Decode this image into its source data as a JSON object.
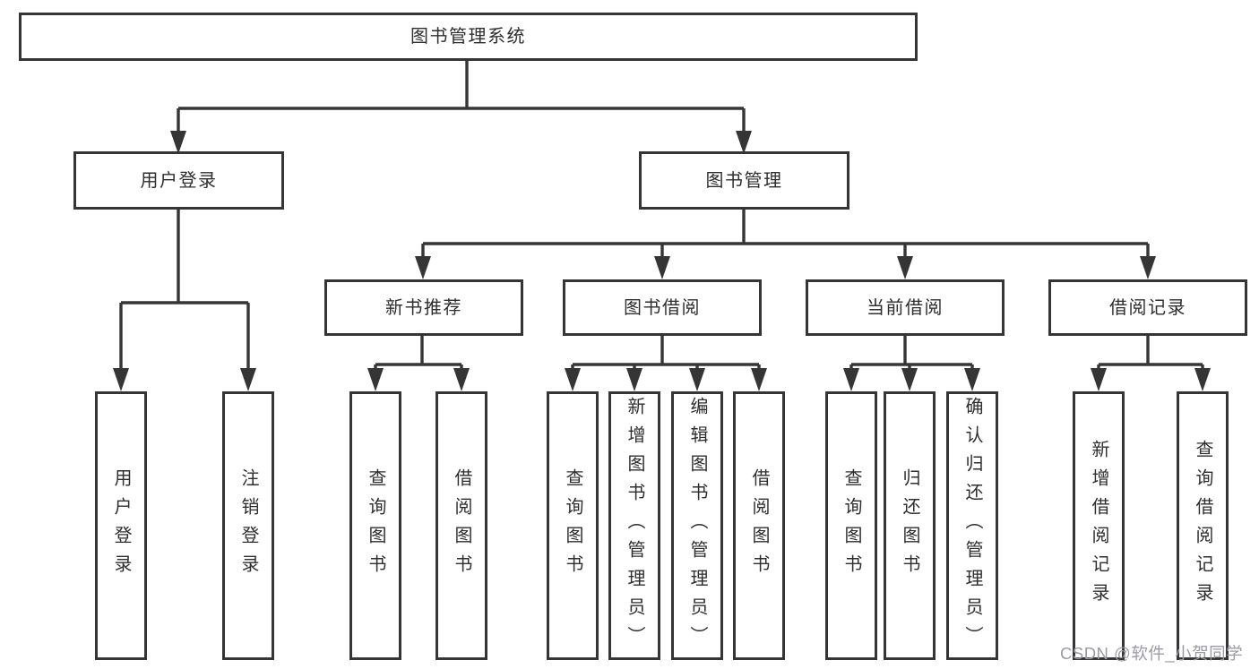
{
  "root": {
    "label": "图书管理系统"
  },
  "level2": {
    "user_login": {
      "label": "用户登录",
      "children": [
        {
          "label": "用户登录"
        },
        {
          "label": "注销登录"
        }
      ]
    },
    "book_management": {
      "label": "图书管理"
    }
  },
  "modules": [
    {
      "label": "新书推荐",
      "children": [
        {
          "label": "查询图书"
        },
        {
          "label": "借阅图书"
        }
      ]
    },
    {
      "label": "图书借阅",
      "children": [
        {
          "label": "查询图书"
        },
        {
          "label": "新增图书（管理员）"
        },
        {
          "label": "编辑图书（管理员）"
        },
        {
          "label": "借阅图书"
        }
      ]
    },
    {
      "label": "当前借阅",
      "children": [
        {
          "label": "查询图书"
        },
        {
          "label": "归还图书"
        },
        {
          "label": "确认归还（管理员）"
        }
      ]
    },
    {
      "label": "借阅记录",
      "children": [
        {
          "label": "新增借阅记录"
        },
        {
          "label": "查询借阅记录"
        }
      ]
    }
  ],
  "watermark": {
    "text": "CSDN @软件_小贺同学"
  },
  "colors": {
    "line": "#353535",
    "text": "#2e2e2e",
    "box_bg": "#ffffff",
    "watermark": "#9b9ba3"
  }
}
